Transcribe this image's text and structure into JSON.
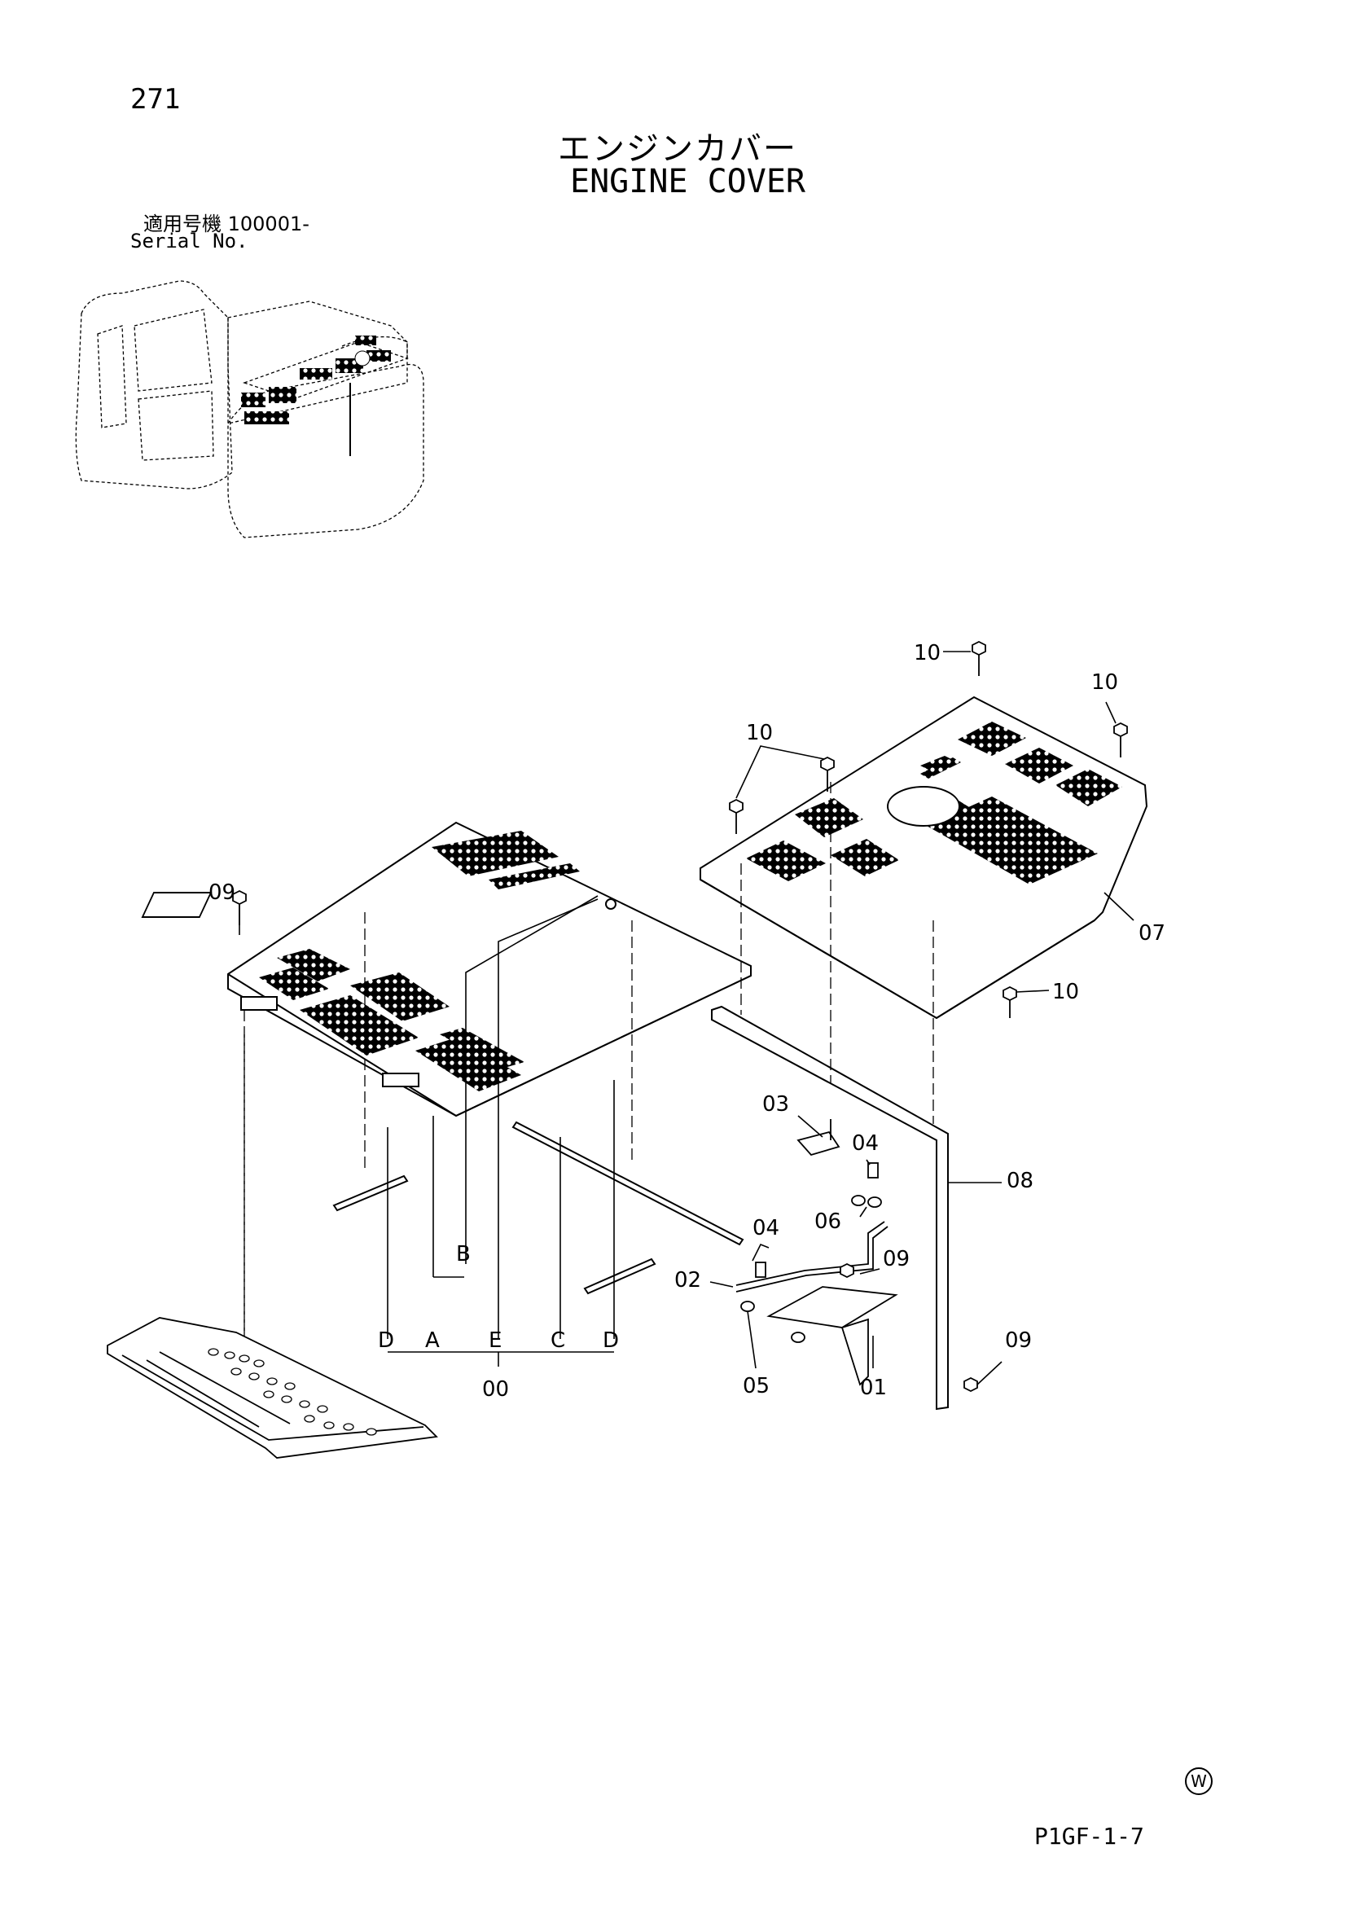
{
  "page": {
    "number": "271",
    "title_jp": "エンジンカバー",
    "title_en": "ENGINE COVER",
    "serial_label_jp": "適用号機  100001-",
    "serial_label_en": "Serial No.",
    "drawing_code": "P1GF-1-7",
    "watermark": "W"
  },
  "callouts": {
    "c10a": "10",
    "c10b": "10",
    "c10c": "10",
    "c10d": "10",
    "c09a": "09",
    "c09b": "09",
    "c09c": "09",
    "c07": "07",
    "c08": "08",
    "c03": "03",
    "c04a": "04",
    "c04b": "04",
    "c06": "06",
    "c02": "02",
    "c05": "05",
    "c01": "01",
    "c00": "00",
    "cB": "B",
    "cD1": "D",
    "cA": "A",
    "cE": "E",
    "cC": "C",
    "cD2": "D"
  }
}
